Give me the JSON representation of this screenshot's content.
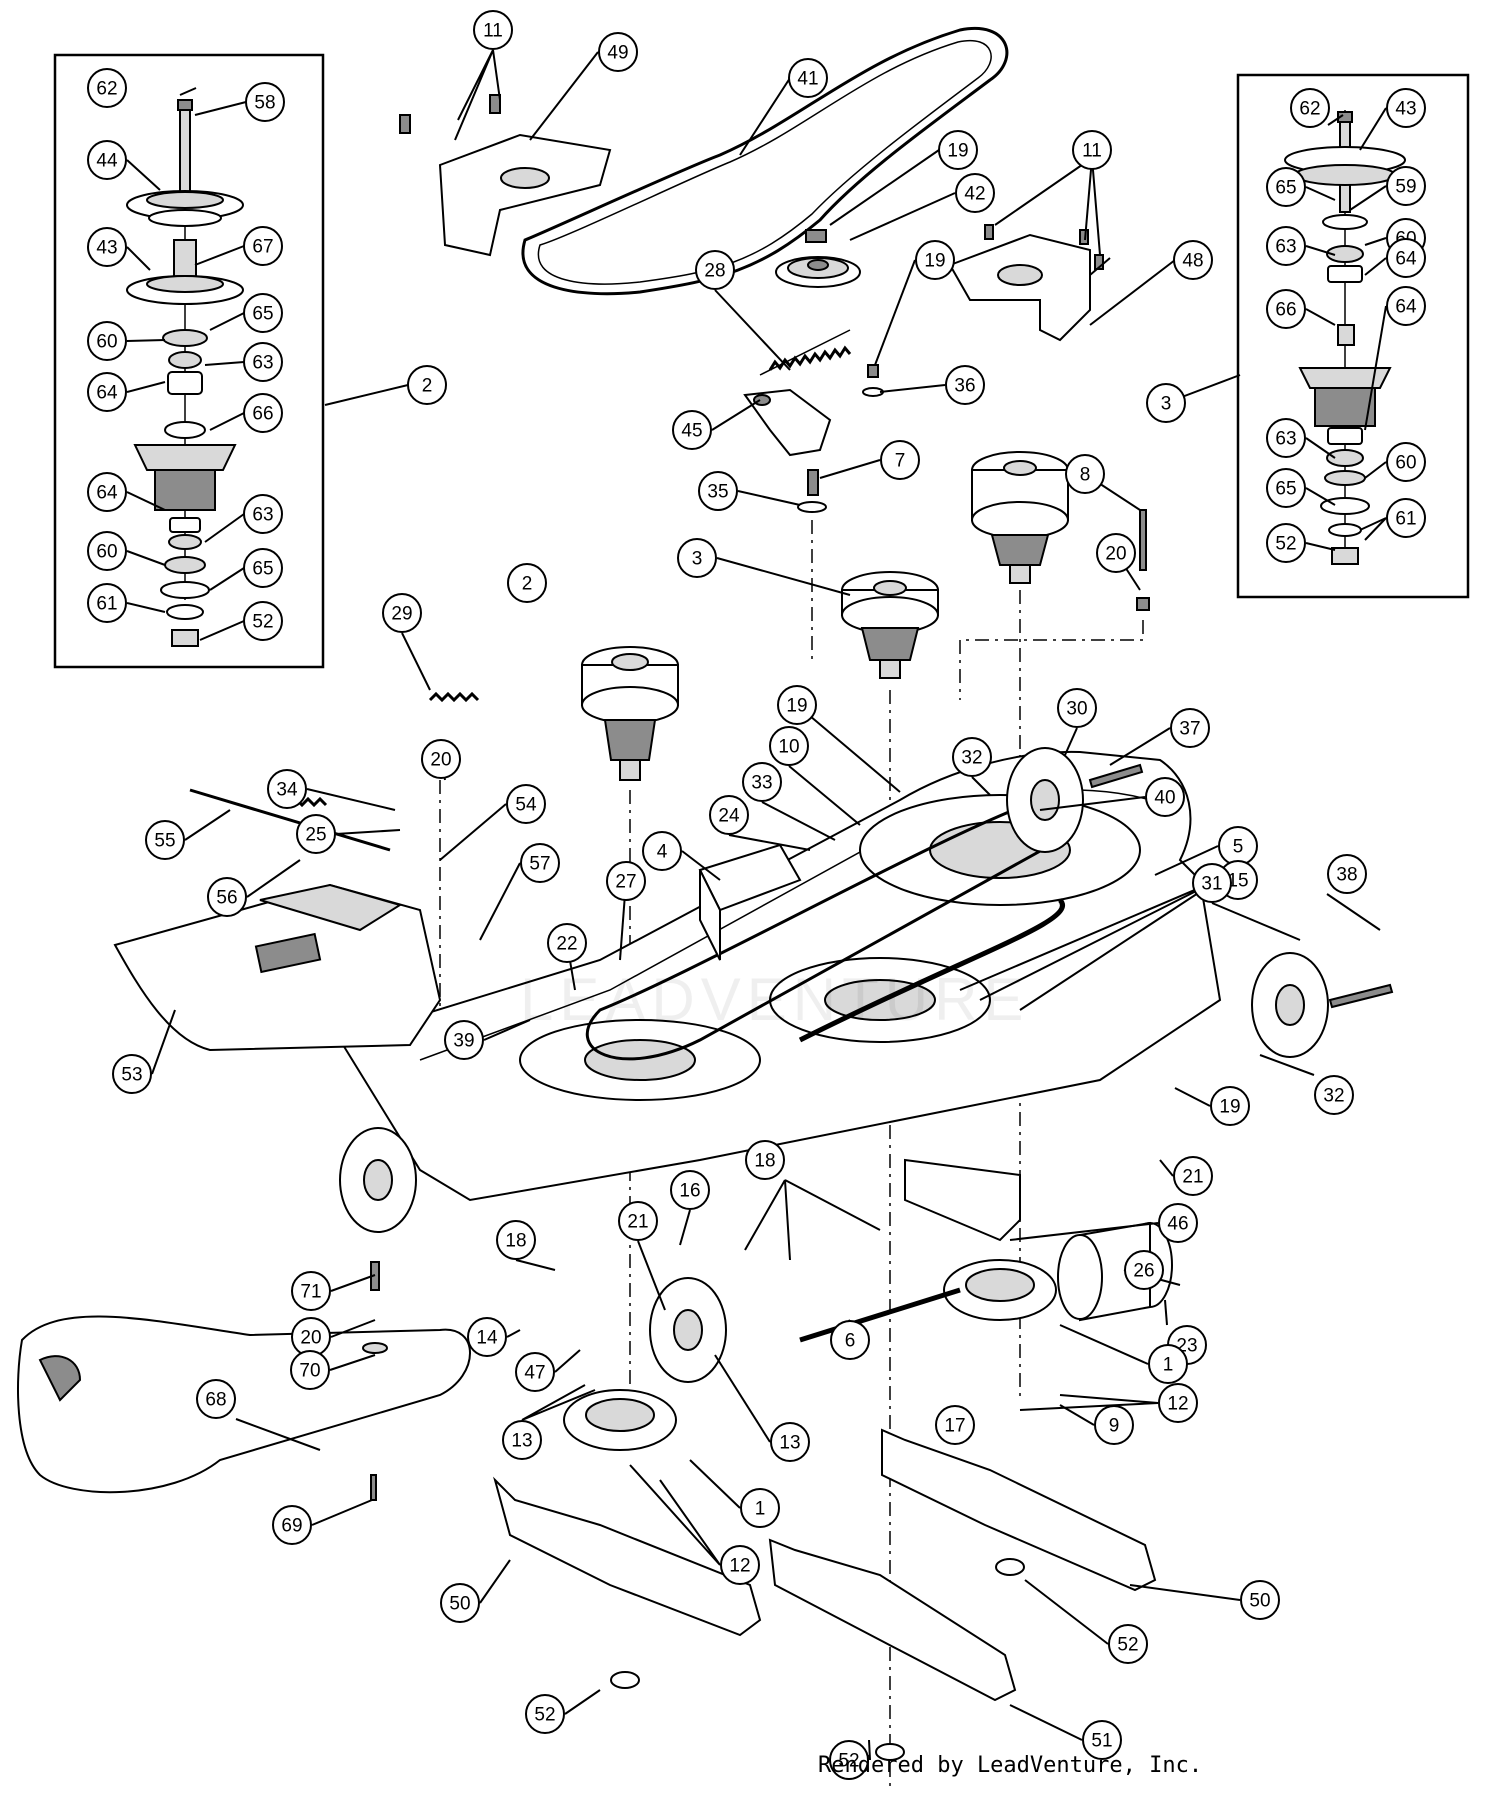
{
  "diagram": {
    "callouts": [
      {
        "id": "c-62a",
        "label": "62"
      },
      {
        "id": "c-58",
        "label": "58"
      },
      {
        "id": "c-44",
        "label": "44"
      },
      {
        "id": "c-43a",
        "label": "43"
      },
      {
        "id": "c-67",
        "label": "67"
      },
      {
        "id": "c-65a",
        "label": "65"
      },
      {
        "id": "c-60a",
        "label": "60"
      },
      {
        "id": "c-63a",
        "label": "63"
      },
      {
        "id": "c-64a",
        "label": "64"
      },
      {
        "id": "c-66a",
        "label": "66"
      },
      {
        "id": "c-64b",
        "label": "64"
      },
      {
        "id": "c-63b",
        "label": "63"
      },
      {
        "id": "c-60b",
        "label": "60"
      },
      {
        "id": "c-65b",
        "label": "65"
      },
      {
        "id": "c-61a",
        "label": "61"
      },
      {
        "id": "c-52a",
        "label": "52"
      },
      {
        "id": "c-2a",
        "label": "2"
      },
      {
        "id": "c-11a",
        "label": "11"
      },
      {
        "id": "c-49",
        "label": "49"
      },
      {
        "id": "c-41",
        "label": "41"
      },
      {
        "id": "c-19a",
        "label": "19"
      },
      {
        "id": "c-42",
        "label": "42"
      },
      {
        "id": "c-11b",
        "label": "11"
      },
      {
        "id": "c-19b",
        "label": "19"
      },
      {
        "id": "c-48",
        "label": "48"
      },
      {
        "id": "c-28",
        "label": "28"
      },
      {
        "id": "c-36",
        "label": "36"
      },
      {
        "id": "c-45",
        "label": "45"
      },
      {
        "id": "c-7",
        "label": "7"
      },
      {
        "id": "c-35",
        "label": "35"
      },
      {
        "id": "c-3a",
        "label": "3"
      },
      {
        "id": "c-8",
        "label": "8"
      },
      {
        "id": "c-20a",
        "label": "20"
      },
      {
        "id": "c-2b",
        "label": "2"
      },
      {
        "id": "c-3b",
        "label": "3"
      },
      {
        "id": "c-62b",
        "label": "62"
      },
      {
        "id": "c-43b",
        "label": "43"
      },
      {
        "id": "c-65c",
        "label": "65"
      },
      {
        "id": "c-59",
        "label": "59"
      },
      {
        "id": "c-63c",
        "label": "63"
      },
      {
        "id": "c-60c",
        "label": "60"
      },
      {
        "id": "c-64c",
        "label": "64"
      },
      {
        "id": "c-66b",
        "label": "66"
      },
      {
        "id": "c-64d",
        "label": "64"
      },
      {
        "id": "c-63d",
        "label": "63"
      },
      {
        "id": "c-60d",
        "label": "60"
      },
      {
        "id": "c-65d",
        "label": "65"
      },
      {
        "id": "c-61b",
        "label": "61"
      },
      {
        "id": "c-52b",
        "label": "52"
      },
      {
        "id": "c-29",
        "label": "29"
      },
      {
        "id": "c-20b",
        "label": "20"
      },
      {
        "id": "c-34",
        "label": "34"
      },
      {
        "id": "c-25",
        "label": "25"
      },
      {
        "id": "c-54",
        "label": "54"
      },
      {
        "id": "c-55",
        "label": "55"
      },
      {
        "id": "c-57",
        "label": "57"
      },
      {
        "id": "c-56",
        "label": "56"
      },
      {
        "id": "c-4",
        "label": "4"
      },
      {
        "id": "c-27",
        "label": "27"
      },
      {
        "id": "c-22",
        "label": "22"
      },
      {
        "id": "c-39",
        "label": "39"
      },
      {
        "id": "c-53",
        "label": "53"
      },
      {
        "id": "c-19c",
        "label": "19"
      },
      {
        "id": "c-10",
        "label": "10"
      },
      {
        "id": "c-33",
        "label": "33"
      },
      {
        "id": "c-24",
        "label": "24"
      },
      {
        "id": "c-32a",
        "label": "32"
      },
      {
        "id": "c-30",
        "label": "30"
      },
      {
        "id": "c-37",
        "label": "37"
      },
      {
        "id": "c-40",
        "label": "40"
      },
      {
        "id": "c-5",
        "label": "5"
      },
      {
        "id": "c-15",
        "label": "15"
      },
      {
        "id": "c-31",
        "label": "31"
      },
      {
        "id": "c-38",
        "label": "38"
      },
      {
        "id": "c-32b",
        "label": "32"
      },
      {
        "id": "c-19d",
        "label": "19"
      },
      {
        "id": "c-21a",
        "label": "21"
      },
      {
        "id": "c-18a",
        "label": "18"
      },
      {
        "id": "c-16",
        "label": "16"
      },
      {
        "id": "c-18b",
        "label": "18"
      },
      {
        "id": "c-21b",
        "label": "21"
      },
      {
        "id": "c-46",
        "label": "46"
      },
      {
        "id": "c-26",
        "label": "26"
      },
      {
        "id": "c-23",
        "label": "23"
      },
      {
        "id": "c-1a",
        "label": "1"
      },
      {
        "id": "c-71",
        "label": "71"
      },
      {
        "id": "c-20c",
        "label": "20"
      },
      {
        "id": "c-14",
        "label": "14"
      },
      {
        "id": "c-70",
        "label": "70"
      },
      {
        "id": "c-47",
        "label": "47"
      },
      {
        "id": "c-68",
        "label": "68"
      },
      {
        "id": "c-13a",
        "label": "13"
      },
      {
        "id": "c-13b",
        "label": "13"
      },
      {
        "id": "c-6",
        "label": "6"
      },
      {
        "id": "c-17",
        "label": "17"
      },
      {
        "id": "c-9",
        "label": "9"
      },
      {
        "id": "c-12a",
        "label": "12"
      },
      {
        "id": "c-1b",
        "label": "1"
      },
      {
        "id": "c-69",
        "label": "69"
      },
      {
        "id": "c-12b",
        "label": "12"
      },
      {
        "id": "c-50a",
        "label": "50"
      },
      {
        "id": "c-52c",
        "label": "52"
      },
      {
        "id": "c-50b",
        "label": "50"
      },
      {
        "id": "c-52d",
        "label": "52"
      },
      {
        "id": "c-52e",
        "label": "52"
      },
      {
        "id": "c-51",
        "label": "51"
      }
    ],
    "watermark": "LEADVENTURE",
    "footer": "Rendered by LeadVenture, Inc."
  }
}
